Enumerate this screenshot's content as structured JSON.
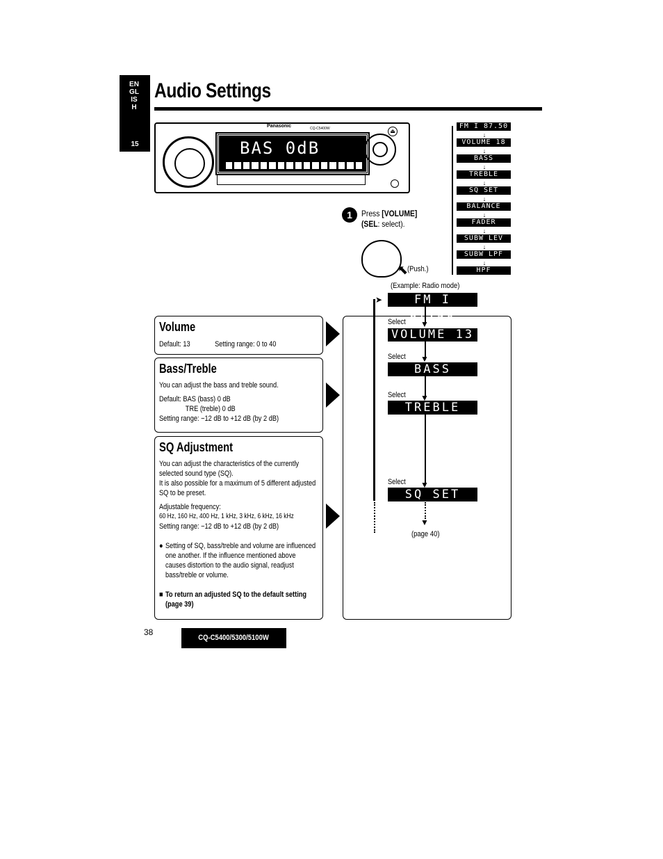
{
  "side_tab": {
    "language_letters": "ENGLISH",
    "page": "15"
  },
  "title": "Audio Settings",
  "radio": {
    "display_text": "BAS  0dB",
    "brand": "Panasonic",
    "model": "CQ-C5400W"
  },
  "menu": [
    "FM I   87.50",
    "VOLUME  18",
    "BASS",
    "TREBLE",
    "SQ SET",
    "BALANCE",
    "FADER",
    "SUBW LEV",
    "SUBW LPF",
    "HPF"
  ],
  "step": {
    "number": "1",
    "text_prefix": "Press ",
    "text_bold": "[VOLUME]",
    "line2_bold": "(SEL",
    "line2_rest": ": select).",
    "push_label": "(Push.)",
    "example_label": "(Example: Radio mode)"
  },
  "volume": {
    "heading": "Volume",
    "default": "Default: 13",
    "range": "Setting range: 0 to 40"
  },
  "bass_treble": {
    "heading": "Bass/Treble",
    "description": "You can adjust the bass and treble sound.",
    "default_line1": "Default: BAS (bass) 0 dB",
    "default_line2": "TRE (treble) 0 dB",
    "range": "Setting range: −12 dB to +12 dB (by 2 dB)"
  },
  "sq": {
    "heading": "SQ Adjustment",
    "desc1": "You can adjust the characteristics of the currently selected sound type (SQ).",
    "desc2": "It is also possible for a maximum of 5 different adjusted SQ to be preset.",
    "freq_label": "Adjustable frequency:",
    "freq_values": "60 Hz, 160 Hz, 400 Hz, 1 kHz, 3 kHz, 6 kHz, 16 kHz",
    "range": "Setting range: −12 dB to +12 dB (by 2 dB)",
    "note": "Setting of SQ, bass/treble and volume are influenced one another. If the influence mentioned above causes distortion to the audio signal, readjust bass/treble or volume.",
    "return_note": "To return an adjusted SQ to the default setting (page 39)"
  },
  "flow": {
    "start_display": "FM I   87.50",
    "select_label": "Select",
    "displays": [
      "VOLUME  13",
      "BASS",
      "TREBLE",
      "SQ SET"
    ],
    "page_ref": "(page 40)"
  },
  "footer": {
    "page_number": "38",
    "model": "CQ-C5400/5300/5100W"
  }
}
